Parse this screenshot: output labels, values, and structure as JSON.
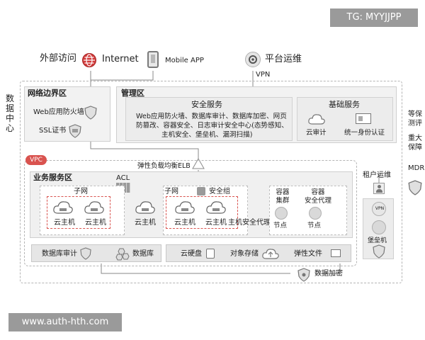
{
  "watermark_top": "TG: MYYJJPP",
  "watermark_bottom": "www.auth-hth.com",
  "external": {
    "access_label": "外部访问",
    "internet_label": "Internet",
    "mobile_label": "Mobile APP",
    "ops_label": "平台运维",
    "vpn_label": "VPN"
  },
  "left_vertical": "数据中心",
  "network_border": {
    "title": "网络边界区",
    "waf": "Web应用防火墙",
    "ssl": "SSL证书"
  },
  "mgmt": {
    "title": "管理区",
    "security_title": "安全服务",
    "security_lines": [
      "Web应用防火墙、数据库审计、数据库加密、网页",
      "防篡改、容器安全、日志审计安全中心(态势感知、",
      "主机安全、堡垒机、漏洞扫描)"
    ],
    "basic_title": "基础服务",
    "cloud_audit": "云审计",
    "unified_auth": "统一身份认证"
  },
  "vpc": {
    "badge": "VPC",
    "elb": "弹性负载均衡ELB",
    "business_title": "业务服务区",
    "acl": "ACL",
    "subnet1": "子网",
    "subnet2": "子网",
    "security_group": "安全组",
    "vm_label": "云主机",
    "host_security": "主机安全代理",
    "container_cluster": "容器\n集群",
    "container_agent": "容器\n安全代理",
    "node_label": "节点"
  },
  "storage": {
    "db_audit": "数据库审计",
    "database": "数据库",
    "cloud_disk": "云硬盘",
    "object_storage": "对象存储",
    "elastic_file": "弹性文件"
  },
  "data_encrypt": "数据加密",
  "tenant": {
    "title": "租户运维",
    "vpn": "VPN",
    "bastion": "堡垒机"
  },
  "right_side": {
    "line1": "等保",
    "line2": "测评",
    "line3": "重大",
    "line4": "保障",
    "line5": "MDR"
  }
}
